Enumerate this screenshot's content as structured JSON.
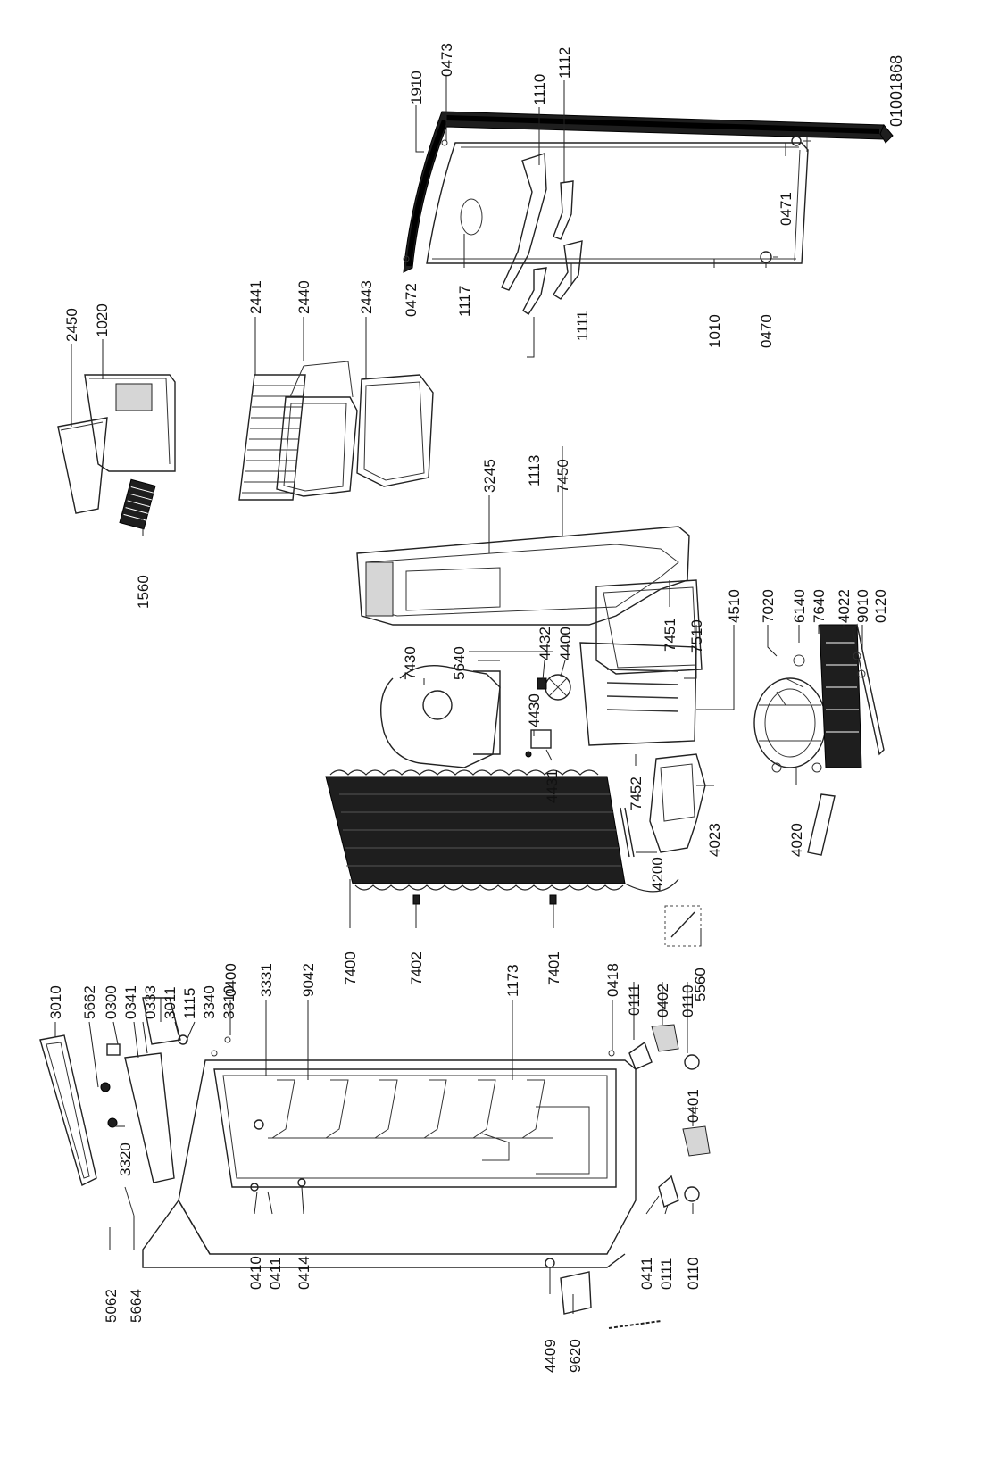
{
  "diagram_id": "01001868",
  "labels": [
    {
      "key": "1910",
      "text": "1910"
    },
    {
      "key": "0473",
      "text": "0473"
    },
    {
      "key": "1110",
      "text": "1110"
    },
    {
      "key": "1112",
      "text": "1112"
    },
    {
      "key": "0471",
      "text": "0471"
    },
    {
      "key": "0472",
      "text": "0472"
    },
    {
      "key": "1117",
      "text": "1117"
    },
    {
      "key": "1111",
      "text": "1111"
    },
    {
      "key": "1010",
      "text": "1010"
    },
    {
      "key": "0470",
      "text": "0470"
    },
    {
      "key": "2450",
      "text": "2450"
    },
    {
      "key": "1020",
      "text": "1020"
    },
    {
      "key": "1560",
      "text": "1560"
    },
    {
      "key": "2441",
      "text": "2441"
    },
    {
      "key": "2440",
      "text": "2440"
    },
    {
      "key": "2443",
      "text": "2443"
    },
    {
      "key": "1113",
      "text": "1113"
    },
    {
      "key": "7450",
      "text": "7450"
    },
    {
      "key": "3245",
      "text": "3245"
    },
    {
      "key": "7451",
      "text": "7451"
    },
    {
      "key": "7510",
      "text": "7510"
    },
    {
      "key": "4510",
      "text": "4510"
    },
    {
      "key": "7020",
      "text": "7020"
    },
    {
      "key": "6140",
      "text": "6140"
    },
    {
      "key": "7640",
      "text": "7640"
    },
    {
      "key": "4022",
      "text": "4022"
    },
    {
      "key": "9010",
      "text": "9010"
    },
    {
      "key": "0120",
      "text": "0120"
    },
    {
      "key": "7430",
      "text": "7430"
    },
    {
      "key": "5640",
      "text": "5640"
    },
    {
      "key": "4432",
      "text": "4432"
    },
    {
      "key": "4400",
      "text": "4400"
    },
    {
      "key": "4430",
      "text": "4430"
    },
    {
      "key": "4431",
      "text": "4431"
    },
    {
      "key": "7452",
      "text": "7452"
    },
    {
      "key": "4020",
      "text": "4020"
    },
    {
      "key": "4023",
      "text": "4023"
    },
    {
      "key": "4200",
      "text": "4200"
    },
    {
      "key": "7400",
      "text": "7400"
    },
    {
      "key": "7402",
      "text": "7402"
    },
    {
      "key": "7401",
      "text": "7401"
    },
    {
      "key": "5560",
      "text": "5560"
    },
    {
      "key": "1173",
      "text": "1173"
    },
    {
      "key": "9042",
      "text": "9042"
    },
    {
      "key": "3331",
      "text": "3331"
    },
    {
      "key": "0400",
      "text": "0400"
    },
    {
      "key": "0418",
      "text": "0418"
    },
    {
      "key": "0111a",
      "text": "0111"
    },
    {
      "key": "0402",
      "text": "0402"
    },
    {
      "key": "0110a",
      "text": "0110"
    },
    {
      "key": "0401",
      "text": "0401"
    },
    {
      "key": "3010",
      "text": "3010"
    },
    {
      "key": "5662",
      "text": "5662"
    },
    {
      "key": "0300",
      "text": "0300"
    },
    {
      "key": "0341",
      "text": "0341"
    },
    {
      "key": "0333",
      "text": "0333"
    },
    {
      "key": "3011",
      "text": "3011"
    },
    {
      "key": "1115",
      "text": "1115"
    },
    {
      "key": "3340",
      "text": "3340"
    },
    {
      "key": "3310",
      "text": "3310"
    },
    {
      "key": "3320",
      "text": "3320"
    },
    {
      "key": "0410",
      "text": "0410"
    },
    {
      "key": "0411a",
      "text": "0411"
    },
    {
      "key": "0414",
      "text": "0414"
    },
    {
      "key": "0411b",
      "text": "0411"
    },
    {
      "key": "0111b",
      "text": "0111"
    },
    {
      "key": "0110b",
      "text": "0110"
    },
    {
      "key": "5062",
      "text": "5062"
    },
    {
      "key": "5664",
      "text": "5664"
    },
    {
      "key": "4409",
      "text": "4409"
    },
    {
      "key": "9620",
      "text": "9620"
    }
  ]
}
